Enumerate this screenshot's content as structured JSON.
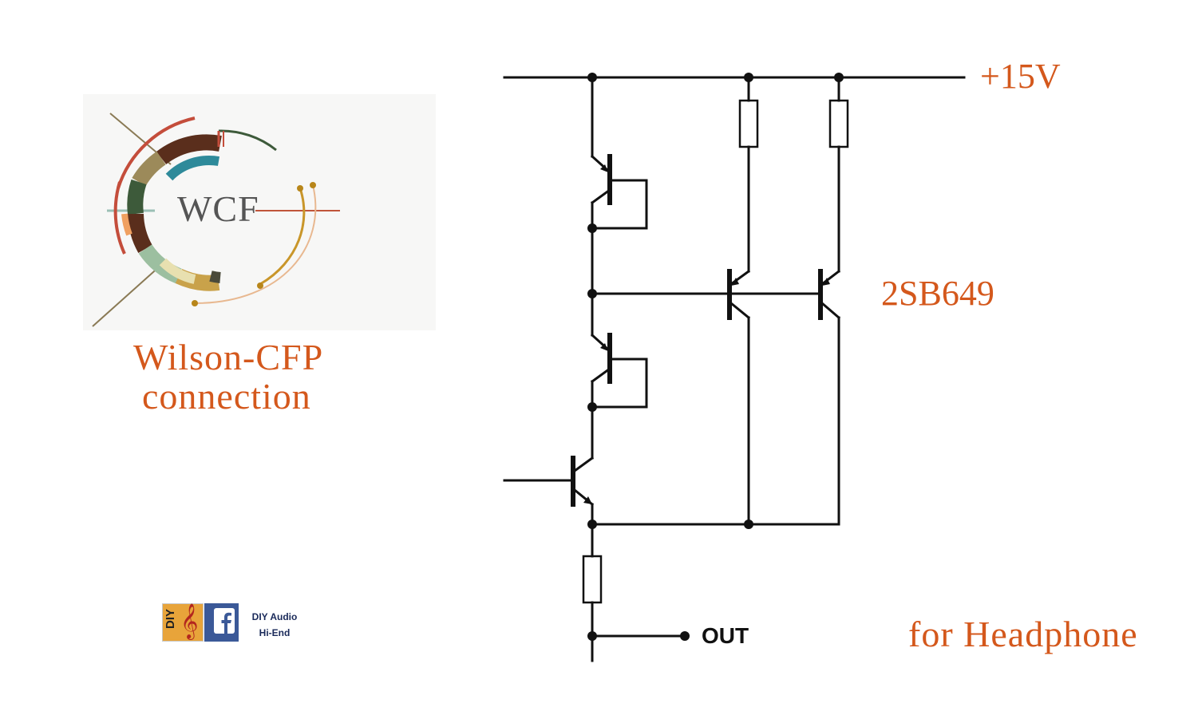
{
  "logo": {
    "mark": "WCF",
    "title_line1": "Wilson-CFP",
    "title_line2": "connection"
  },
  "schematic": {
    "supply_label": "+15V",
    "transistor_label": "2SB649",
    "output_label": "OUT",
    "purpose_label": "for Headphone"
  },
  "badge": {
    "tile_text": "DIY",
    "icons": [
      "treble-clef-icon",
      "facebook-icon"
    ],
    "line1": "DIY Audio",
    "line2": "Hi-End"
  },
  "colors": {
    "accent_text": "#d4581c",
    "wire": "#111111",
    "facebook_blue": "#3b5998"
  }
}
